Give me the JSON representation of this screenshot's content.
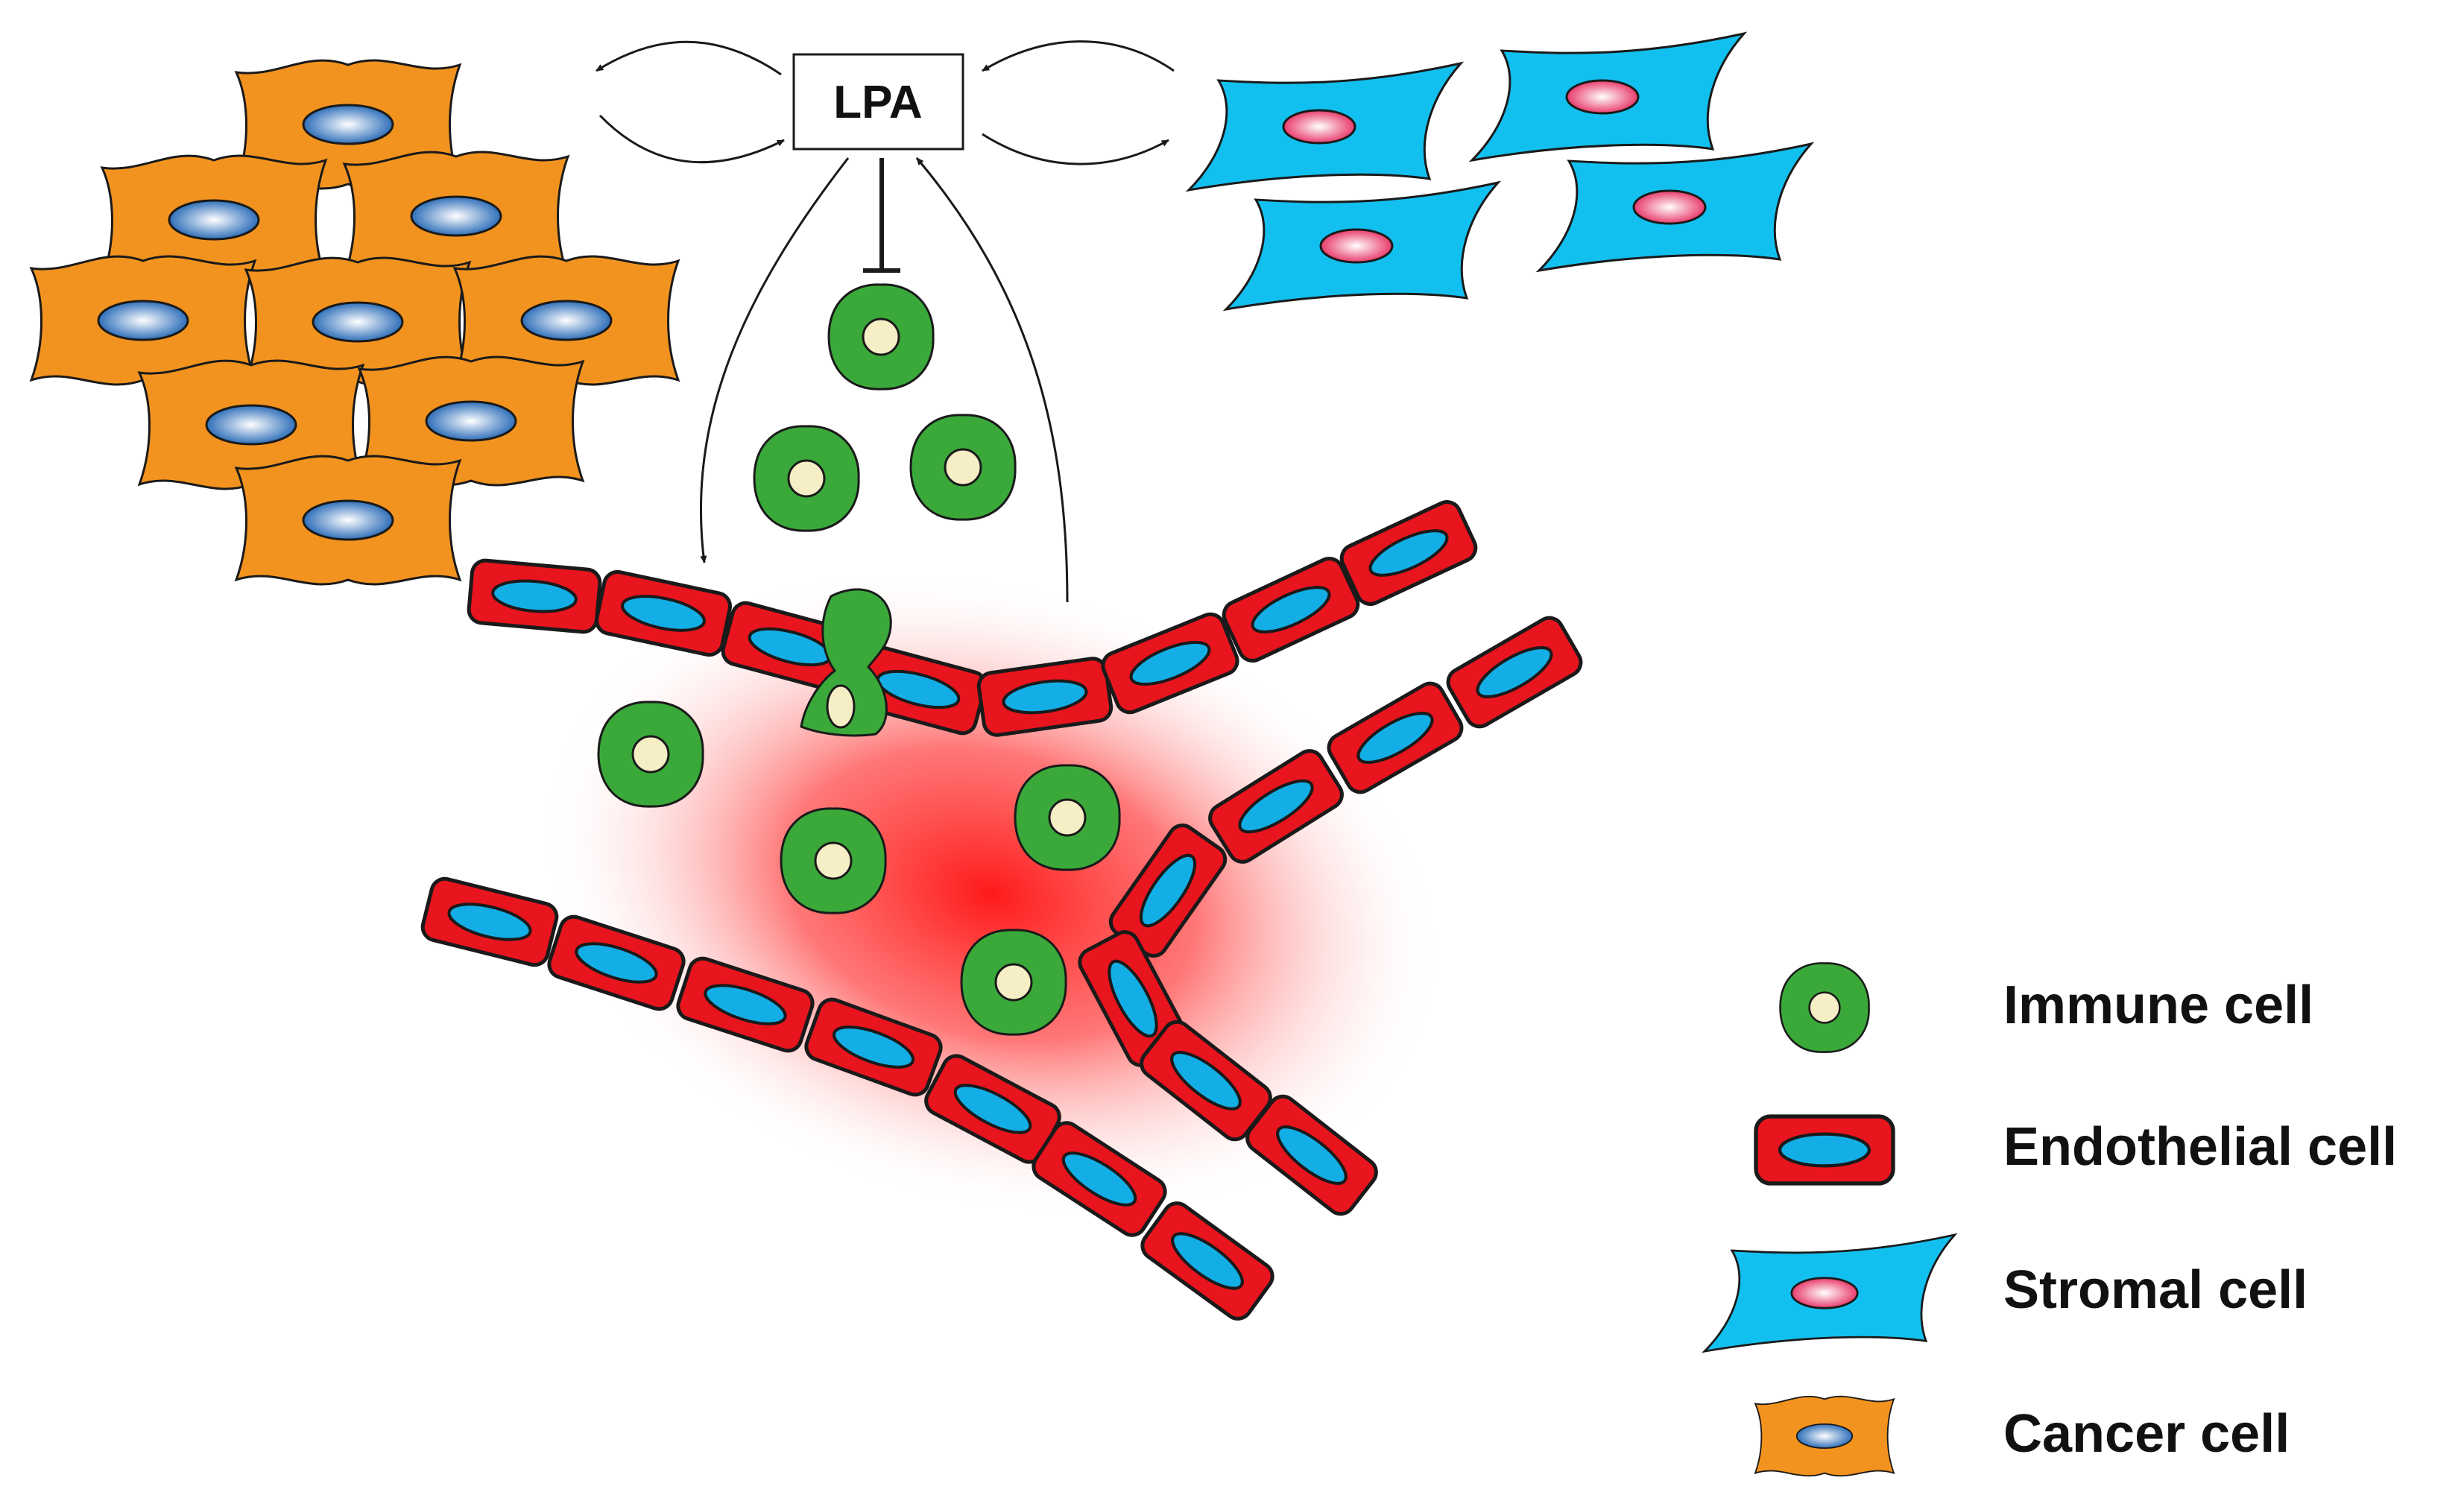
{
  "center_label": "LPA",
  "legend": {
    "immune": "Immune cell",
    "endothelial": "Endothelial cell",
    "stromal": "Stromal cell",
    "cancer": "Cancer cell"
  },
  "colors": {
    "cancer_fill": "#f3931f",
    "cancer_nucleus": "#2f6fba",
    "stromal_fill": "#12c0f0",
    "stromal_nucleus": "#e83a6a",
    "immune_fill": "#3aa93a",
    "immune_nucleus": "#f6efc6",
    "endothelial_fill": "#e8141e",
    "endothelial_nucleus": "#13aee6",
    "vessel_glow": "#ff1a1a",
    "outline": "#1a1a1a"
  }
}
